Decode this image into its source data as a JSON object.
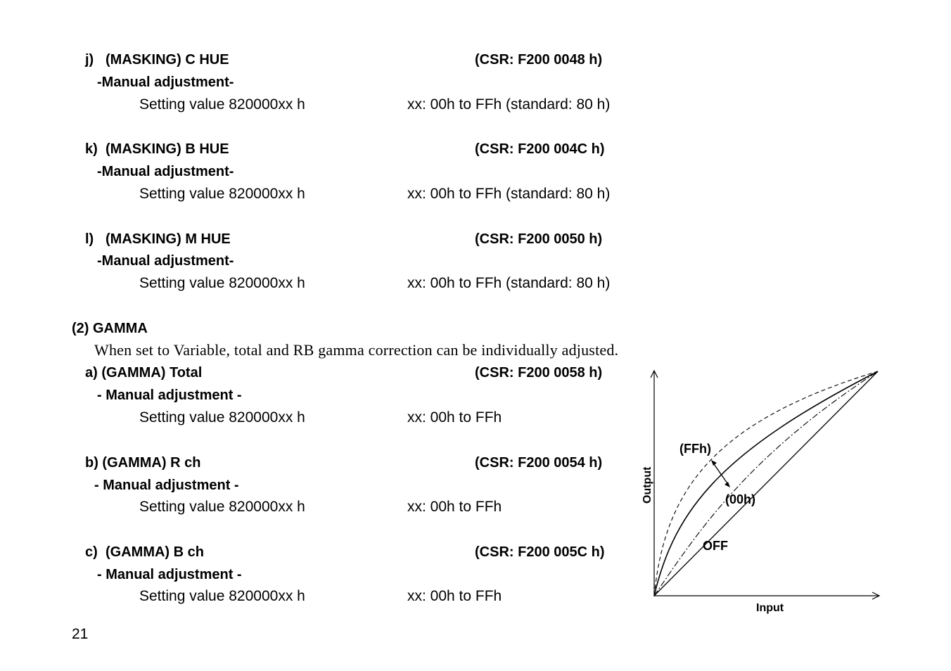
{
  "masking": [
    {
      "prefix": "j)",
      "title": "(MASKING) C HUE",
      "csr": "(CSR: F200 0048 h)",
      "adjust": "-Manual adjustment-",
      "setting": "Setting value 820000xx h",
      "range": "xx: 00h to FFh (standard: 80 h)"
    },
    {
      "prefix": "k)",
      "title": "(MASKING) B HUE",
      "csr": "(CSR: F200 004C h)",
      "adjust": "-Manual adjustment-",
      "setting": "Setting value 820000xx h",
      "range": "xx: 00h to FFh (standard: 80 h)"
    },
    {
      "prefix": "l)",
      "title": "(MASKING) M HUE",
      "csr": "(CSR: F200 0050 h)",
      "adjust": "-Manual adjustment-",
      "setting": "Setting value 820000xx h",
      "range": "xx: 00h to FFh (standard: 80 h)"
    }
  ],
  "gamma": {
    "heading": "(2) GAMMA",
    "description": "When set to Variable, total and RB gamma correction can be individually adjusted.",
    "items": [
      {
        "label": "a) (GAMMA) Total",
        "csr": "(CSR: F200 0058 h)",
        "adjust": "- Manual adjustment -",
        "setting": "Setting value 820000xx h",
        "range": "xx: 00h to FFh"
      },
      {
        "label": "b) (GAMMA) R ch",
        "csr": "(CSR: F200 0054 h)",
        "adjust": "- Manual adjustment -",
        "setting": "Setting value 820000xx h",
        "range": "xx: 00h to FFh"
      },
      {
        "prefix": "c)",
        "title": "(GAMMA) B ch",
        "csr": "(CSR: F200 005C h)",
        "adjust": "- Manual adjustment -",
        "setting": "Setting value 820000xx h",
        "range": "xx: 00h to FFh"
      }
    ],
    "graph": {
      "ylabel": "Output",
      "xlabel": "Input",
      "label_ffh": "(FFh)",
      "label_00h": "(00h)",
      "label_off": "OFF"
    }
  },
  "page_number": "21"
}
